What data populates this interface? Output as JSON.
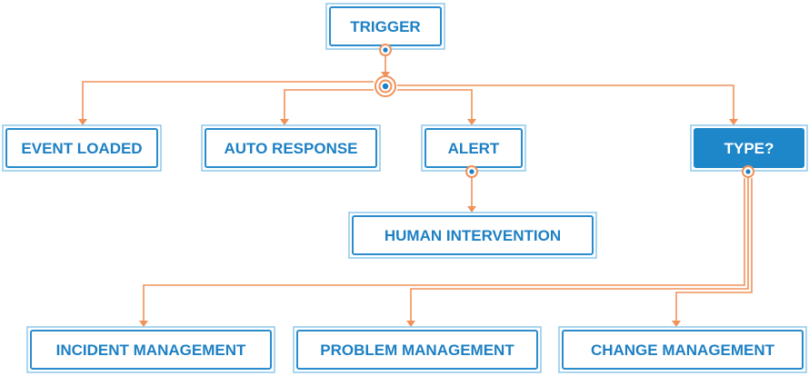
{
  "nodes": {
    "trigger": "TRIGGER",
    "event_loaded": "EVENT LOADED",
    "auto_response": "AUTO RESPONSE",
    "alert": "ALERT",
    "type": "TYPE?",
    "human_intervention": "HUMAN INTERVENTION",
    "incident_management": "INCIDENT MANAGEMENT",
    "problem_management": "PROBLEM MANAGEMENT",
    "change_management": "CHANGE MANAGEMENT"
  },
  "colors": {
    "node_border": "#2a8ccc",
    "node_text": "#1d80c4",
    "highlight_fill": "#1d87c9",
    "connector": "#f0925a"
  }
}
